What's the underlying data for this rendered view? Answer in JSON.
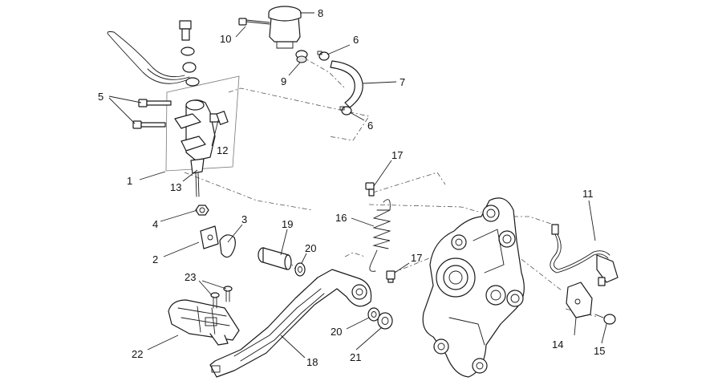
{
  "diagram": {
    "callouts": [
      {
        "id": "c1",
        "label": "1"
      },
      {
        "id": "c2",
        "label": "2"
      },
      {
        "id": "c3",
        "label": "3"
      },
      {
        "id": "c4",
        "label": "4"
      },
      {
        "id": "c5",
        "label": "5"
      },
      {
        "id": "c6a",
        "label": "6"
      },
      {
        "id": "c6b",
        "label": "6"
      },
      {
        "id": "c7",
        "label": "7"
      },
      {
        "id": "c8",
        "label": "8"
      },
      {
        "id": "c9",
        "label": "9"
      },
      {
        "id": "c10",
        "label": "10"
      },
      {
        "id": "c11",
        "label": "11"
      },
      {
        "id": "c12",
        "label": "12"
      },
      {
        "id": "c13",
        "label": "13"
      },
      {
        "id": "c14",
        "label": "14"
      },
      {
        "id": "c15",
        "label": "15"
      },
      {
        "id": "c16",
        "label": "16"
      },
      {
        "id": "c17a",
        "label": "17"
      },
      {
        "id": "c17b",
        "label": "17"
      },
      {
        "id": "c18",
        "label": "18"
      },
      {
        "id": "c19",
        "label": "19"
      },
      {
        "id": "c20a",
        "label": "20"
      },
      {
        "id": "c20b",
        "label": "20"
      },
      {
        "id": "c21",
        "label": "21"
      },
      {
        "id": "c22",
        "label": "22"
      },
      {
        "id": "c23",
        "label": "23"
      }
    ],
    "colors": {
      "line": "#1a1a1a",
      "background": "#ffffff"
    }
  }
}
